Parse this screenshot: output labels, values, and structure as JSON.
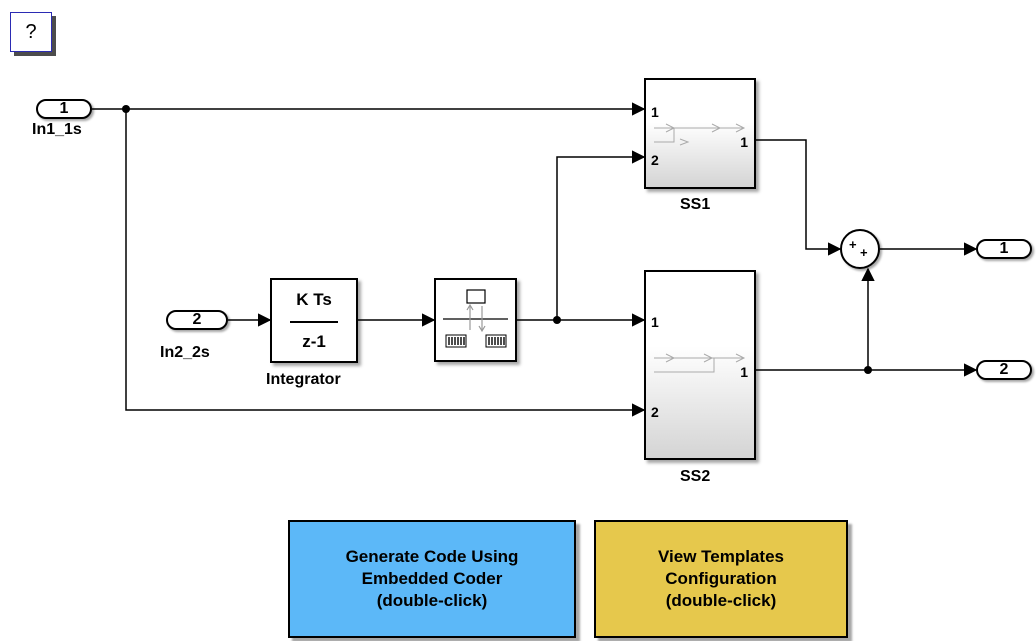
{
  "help_button": {
    "label": "?"
  },
  "inports": [
    {
      "number": "1",
      "name": "In1_1s"
    },
    {
      "number": "2",
      "name": "In2_2s"
    }
  ],
  "outports": [
    {
      "number": "1"
    },
    {
      "number": "2"
    }
  ],
  "integrator": {
    "numerator": "K Ts",
    "denominator": "z-1",
    "name": "Integrator"
  },
  "rate_transition": {
    "icon": "rate-transition-icon"
  },
  "subsystems": [
    {
      "name": "SS1",
      "in_ports": [
        "1",
        "2"
      ],
      "out_ports": [
        "1"
      ]
    },
    {
      "name": "SS2",
      "in_ports": [
        "1",
        "2"
      ],
      "out_ports": [
        "1"
      ]
    }
  ],
  "sum_block": {
    "signs": [
      "+",
      "+"
    ]
  },
  "buttons": {
    "generate_code": {
      "label": "Generate Code Using\nEmbedded Coder\n(double-click)",
      "color": "#5cb8f8"
    },
    "view_templates": {
      "label": "View Templates\nConfiguration\n(double-click)",
      "color": "#e6c84c"
    }
  }
}
